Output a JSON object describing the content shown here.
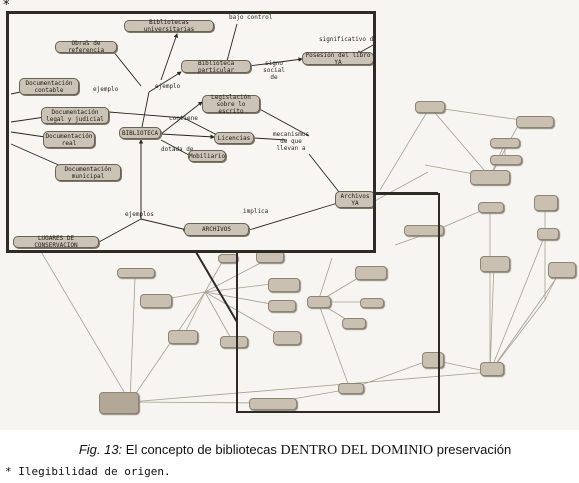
{
  "asterisk": "*",
  "inset": {
    "nodes": {
      "obras": "Obras de referencia",
      "bibliotecas_univ": "Bibliotecas universitarias",
      "bibliotecas_part": "Biblioteca particular",
      "posesion": "Posesión del libro YA",
      "doc_contable": "Documentación contable",
      "doc_legal": "Documentación legal y judicial",
      "doc_real": "Documentación real",
      "doc_municipal": "Documentación municipal",
      "biblioteca": "BIBLIOTECA",
      "legislacion": "Legislación sobre lo escrito",
      "licencias": "Licencias",
      "mobiliario": "Mobiliario",
      "archivos": "ARCHIVOS",
      "archivos_ya": "Archivos YA",
      "lugares": "LUGARES DE CONSERVACION"
    },
    "labels": {
      "bajo_control": "bajo control",
      "significativo": "significativo d",
      "signo_social": "signo social de",
      "ejemplo_1": "ejemplo",
      "ejemplo_2": "ejemplo",
      "contiene": "contiene",
      "mecanismos": "mecanismos de que llevan a",
      "dotada": "dotada de",
      "implica": "implica",
      "ejemplos": "ejemplos"
    }
  },
  "caption": {
    "fig_label": "Fig. 13:",
    "text_1": " El concepto de bibliotecas ",
    "text_2": "DENTRO DEL DOMINIO",
    "text_3": " preservación"
  },
  "footnote": "* Ilegibilidad de origen."
}
